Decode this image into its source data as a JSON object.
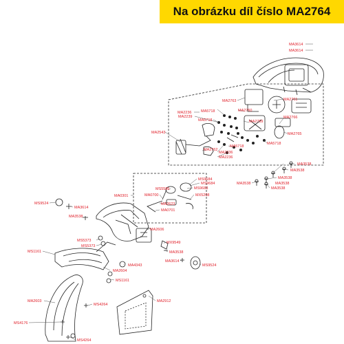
{
  "header": {
    "title": "Na obrázku díl číslo MA2764",
    "background": "#ffd800"
  },
  "colors": {
    "label": "#e0202a",
    "line": "#222222",
    "leader": "#555555"
  },
  "labels": {
    "ma3614_top1": "MA3614",
    "ma3614_top2": "MA3614",
    "ma2763": "MA2763",
    "ma2761": "MA2761",
    "ma2236_a": "MA2236",
    "ma5718_a": "MA5718",
    "ma2760": "MA2760",
    "ma2239": "MA2239",
    "ma2766": "MA2766",
    "ma5718_b": "MA5718",
    "ma2759": "MA2759",
    "ma2543": "MA2543",
    "ma2765": "MA2765",
    "ma5718_c": "MA5718",
    "ma5718_d": "MA5718",
    "ma2762": "MA2762",
    "ma2236_b": "MA2236",
    "ma2236_c": "MA2236",
    "ma3538_a": "MA3538",
    "ma3538_b": "MA3538",
    "ma3538_c": "MA3538",
    "ma3538_d": "MA3538",
    "ma3538_e": "MA3538",
    "ma3538_f": "MA3538",
    "ms9684_a": "MS9684",
    "ms9684_b": "MS9684",
    "ms5586": "MS5586",
    "ms9683": "MS9683",
    "ma0301": "MA0301",
    "ma0700": "MA0700",
    "ma2623": "MA2623",
    "mx5208": "MX5208",
    "ma0701": "MA0701",
    "ms9524_a": "MS9524",
    "ma3614_mid": "MA3614",
    "ma3538_g": "MA3538",
    "ma2606": "MA2606",
    "mx9549": "MX9549",
    "ms5373_a": "MS5373",
    "ms5373_b": "MS5373",
    "ms1161_a": "MS1161",
    "ma3538_h": "MA3538",
    "ma4343": "MA4343",
    "ma3614_low": "MA3614",
    "ms9524_b": "MS9524",
    "ma2604": "MA2604",
    "ms1161_b": "MS1161",
    "ma2603": "MA2603",
    "ms4264_a": "MS4264",
    "ma2912": "MA2912",
    "ms4176": "MS4176",
    "ms4264_b": "MS4264"
  }
}
